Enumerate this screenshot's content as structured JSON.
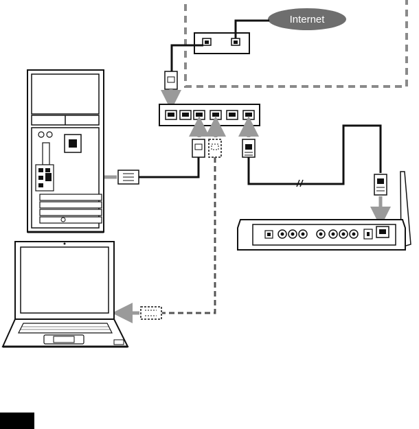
{
  "cloud": {
    "label": "Internet"
  },
  "colors": {
    "ink": "#111111",
    "arrow": "#9a9a9a",
    "dashed_border": "#8a8a8a",
    "cloud_fill": "#6e6e6e",
    "footer_tab": "#000000"
  },
  "devices": [
    "modem",
    "hub",
    "desktop-pc",
    "laptop",
    "network-media-receiver"
  ],
  "hub": {
    "port_count": 6
  },
  "cables": [
    {
      "from": "modem",
      "to": "hub",
      "style": "solid"
    },
    {
      "from": "hub",
      "to": "desktop-pc",
      "style": "solid"
    },
    {
      "from": "hub",
      "to": "laptop",
      "style": "dashed"
    },
    {
      "from": "hub",
      "to": "network-media-receiver",
      "style": "solid"
    }
  ]
}
